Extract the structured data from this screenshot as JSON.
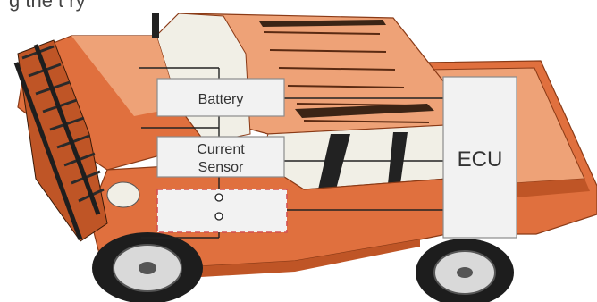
{
  "caption_fragment": "g  the  t  ry",
  "components": {
    "battery": "Battery",
    "current_sensor_line1": "Current",
    "current_sensor_line2": "Sensor",
    "ecu": "ECU"
  },
  "colors": {
    "body_main": "#e0703e",
    "body_light": "#eea277",
    "body_dark": "#bf5526",
    "windshield": "#f1efe6",
    "box_fill": "#f2f2f2",
    "box_stroke": "#8c8c8c",
    "relay_stroke": "#d25050",
    "wire": "#222222"
  }
}
